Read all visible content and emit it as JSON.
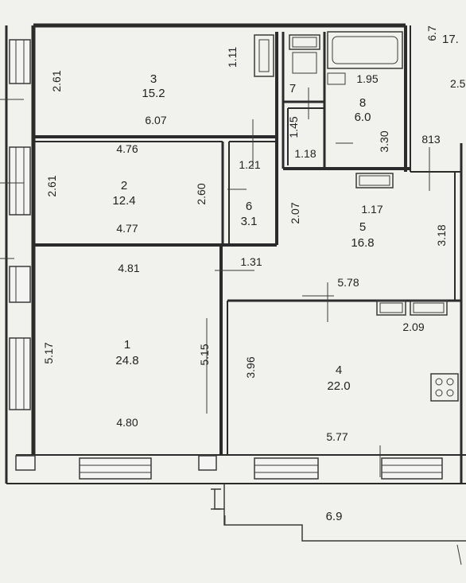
{
  "rooms": [
    {
      "id": "r3",
      "number": "3",
      "area": "15.2"
    },
    {
      "id": "r2",
      "number": "2",
      "area": "12.4"
    },
    {
      "id": "r1",
      "number": "1",
      "area": "24.8"
    },
    {
      "id": "r6",
      "number": "6",
      "area": "3.1"
    },
    {
      "id": "r7",
      "number": "7",
      "area": ""
    },
    {
      "id": "r8",
      "number": "8",
      "area": "6.0"
    },
    {
      "id": "r5",
      "number": "5",
      "area": "16.8"
    },
    {
      "id": "r4",
      "number": "4",
      "area": "22.0"
    },
    {
      "id": "r_partial",
      "number": "17.",
      "area": ""
    }
  ],
  "dimensions": [
    "2.61",
    "6.07",
    "1.11",
    "4.76",
    "2.61",
    "4.77",
    "2.60",
    "1.21",
    "4.81",
    "1.31",
    "5.17",
    "5.15",
    "4.80",
    "3.96",
    "5.77",
    "5.78",
    "1.95",
    "1.45",
    "1.18",
    "3.30",
    "2.07",
    "1.17",
    "3.18",
    "813",
    "2.09",
    "2.5",
    "6.7",
    "6.9"
  ],
  "colors": {
    "wall": "#2b2b2b",
    "background": "#f1f1ee",
    "line": "#3a3a3a"
  }
}
